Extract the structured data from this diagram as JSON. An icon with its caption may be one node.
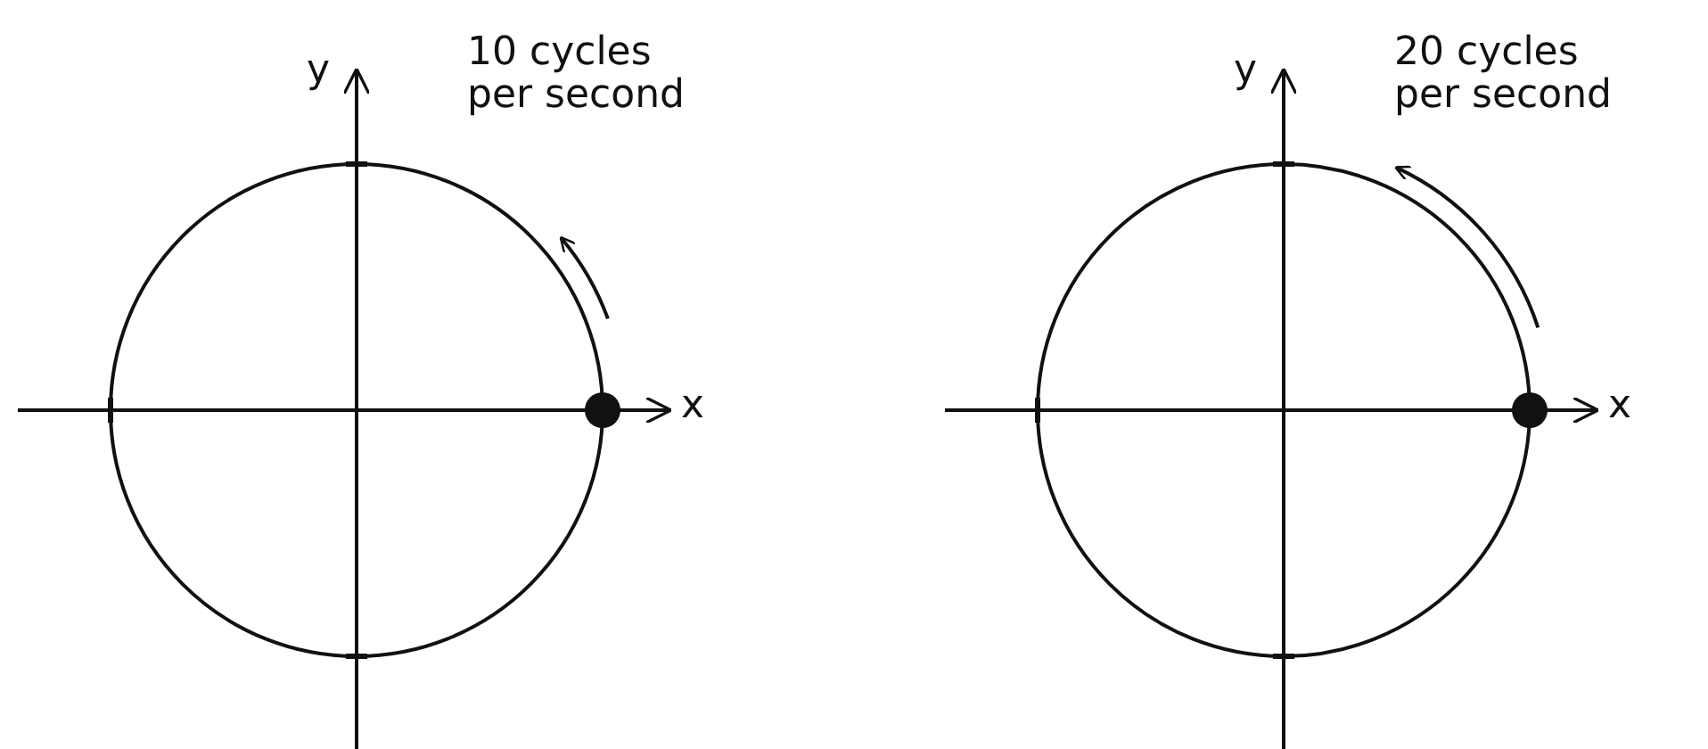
{
  "diagram": {
    "labels": [
      "y",
      "10 cycles per second",
      "x",
      "y",
      "20 cycles per second",
      "x"
    ]
  }
}
